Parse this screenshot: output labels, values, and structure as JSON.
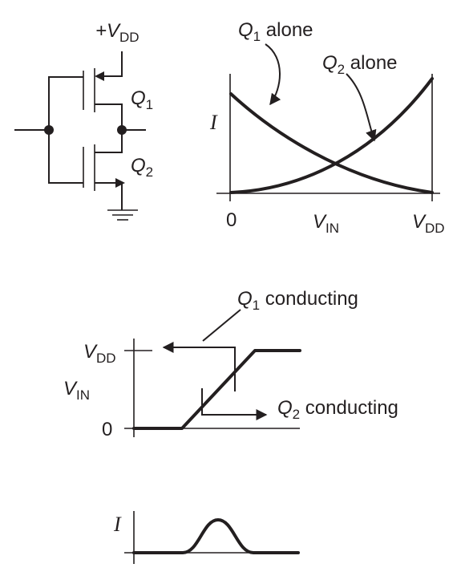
{
  "circuit": {
    "supply_label": "+V",
    "supply_sub": "DD",
    "q1": "Q",
    "q1_sub": "1",
    "q2": "Q",
    "q2_sub": "2"
  },
  "top_graph": {
    "y_label": "I",
    "x_tick_0": "0",
    "x_tick_vin": "V",
    "x_tick_vin_sub": "IN",
    "x_tick_vdd": "V",
    "x_tick_vdd_sub": "DD",
    "q1_note_main": "Q",
    "q1_note_sub": "1",
    "q1_note_rest": " alone",
    "q2_note_main": "Q",
    "q2_note_sub": "2",
    "q2_note_rest": " alone"
  },
  "middle_graph": {
    "y_top": "V",
    "y_top_sub": "DD",
    "y_axis": "V",
    "y_axis_sub": "IN",
    "y_zero": "0",
    "q1_main": "Q",
    "q1_sub": "1",
    "q1_rest": " conducting",
    "q2_main": "Q",
    "q2_sub": "2",
    "q2_rest": " conducting"
  },
  "bottom_graph": {
    "y_label": "I"
  }
}
